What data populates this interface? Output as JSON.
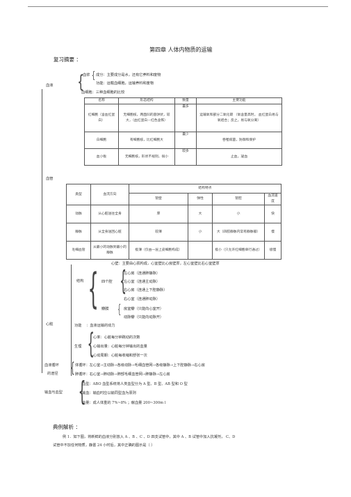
{
  "title": "第四章   人体内物质的运输",
  "review_heading": "复习摘要 ：",
  "blood": {
    "label": "血液",
    "plasma_label": "血浆",
    "plasma_line1": "成分：主要成分是水，还有它养料和废物",
    "plasma_line2": "功能：运载血细胞，运输养料和废物",
    "cells_line": "血细胞：三种血细胞的比较"
  },
  "cells_table": {
    "headers": [
      "名称",
      "形态结构",
      "数量",
      "主要功能"
    ],
    "rows": [
      [
        "红细胞（含血红蛋白）",
        "无细胞核，两面凹的圆饼状，较大，（血红蛋白—红色含铁）",
        "最多",
        "运输氧和部分二氧化碳 （氧含量高时， 血红蛋白易与氧结合；反之，易与氧分离）"
      ],
      [
        "白细胞",
        "有细胞核，比红细胞大",
        "最少",
        "吞噬病菌，防御和保护"
      ],
      [
        "血小板",
        "无细胞核，形状不规则，很小",
        "较多",
        "止血，凝血"
      ]
    ]
  },
  "vessels": {
    "label": "血管",
    "header_type": "类型",
    "header_direction": "血流方向",
    "header_structure": "结构特点",
    "sub_headers": [
      "管壁",
      "弹性",
      "管腔",
      "血流速度"
    ],
    "rows": [
      [
        "动脉",
        "从心脏送往全身",
        "厚",
        "大",
        "小",
        "快"
      ],
      [
        "静脉",
        "从全身送回心脏",
        "较薄",
        "小",
        "大（四肢静脉内常有静脉瓣）",
        "慢"
      ],
      [
        "毛细血管",
        "从最小的动脉到最小的静脉",
        "极薄（仅由一层上皮细胞构成）",
        "",
        "极小（只允许红细胞单行通过）",
        "极慢"
      ]
    ]
  },
  "heart": {
    "label": "心脏",
    "intro": "心壁：主要由心肌构成，心室壁比心房壁厚，左心室壁比右心室壁厚",
    "structure_label": "结构",
    "chambers_label": "四个腔",
    "chambers": [
      "左心房（连通肺静脉）",
      "左心室（连通主动脉）",
      "右心房（连通上下腔静脉）",
      "右心室（连通肺动脉）"
    ],
    "valves_label": "瓣膜",
    "valves": [
      "房室瓣（只能向心室开）",
      "动脉瓣（只能向动脉开）"
    ],
    "function_label": "功能",
    "function_text": "：血液运输的动力",
    "physiology_label": "生理",
    "physiology": [
      "心率：心脏每分钟跳动的次数",
      "心输出量：心脏每分钟输出的血量",
      "心动周期：心脏每收缩和舒张一次"
    ]
  },
  "circulation": {
    "label1": "血液循环",
    "label2": "的途径",
    "systemic": "体循环：左心室→主动脉→各级动脉→毛细血管网→各级静脉→上下腔静脉→右心房",
    "pulmonary": "肺循环：右心室→肺动脉→肺部毛细血管网→肺静脉→左心房"
  },
  "transfusion": {
    "label": "输血与血型",
    "line1": "血型：ABO 血型系统将人类血型分为     A 型、B 型、AB 型和 O 型",
    "line2": "输血：输血时应以输同型血为原则",
    "line3": "血量：成人体重的  7%~8% ；献血量 200~300m l"
  },
  "example": {
    "heading": "典例解析 ：",
    "line1": "例 1．如下图，将新鲜的血液分别放入      A 、B 、C 、D 四支试管中，其中      A 、B 试管中加入抗凝剂，    C、D",
    "line2": "试管中不加任何物质，静置      24 小时后，其中正确的图示是（          ）"
  }
}
